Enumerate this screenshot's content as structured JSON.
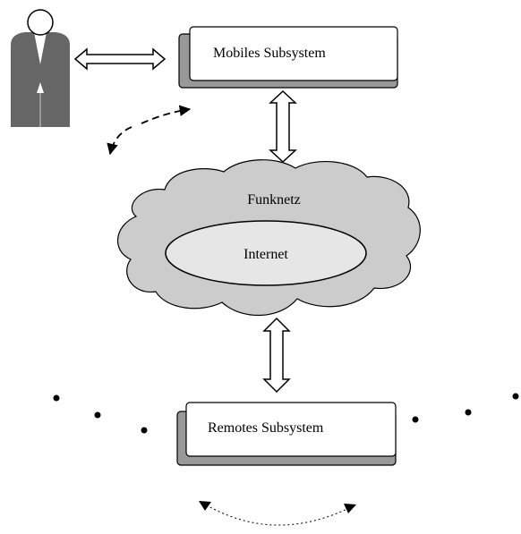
{
  "nodes": {
    "mobile": "Mobiles Subsystem",
    "network": "Funknetz",
    "internet": "Internet",
    "remote": "Remotes Subsystem"
  },
  "colors": {
    "stroke": "#000000",
    "fill": "#ffffff",
    "shadow": "#999999",
    "cloud": "#cccccc",
    "ellipse": "#e6e6e6",
    "person": "#666666"
  },
  "icons": {
    "user": "person-icon"
  }
}
